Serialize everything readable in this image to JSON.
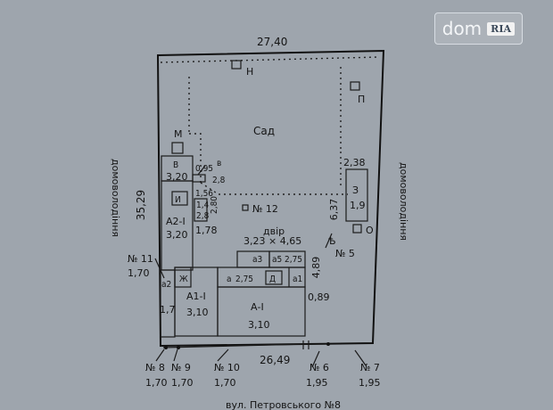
{
  "logo": {
    "brand": "dom",
    "mark": "RIA"
  },
  "plan": {
    "dim_top": "27,40",
    "dim_left": "35,29",
    "dim_bottom": "26,49",
    "dim_right_small": "2,38",
    "dim_right_long": "6,37",
    "neighbor_left": "домоволодіння",
    "neighbor_right": "домоволодіння",
    "garden": "Сад",
    "yard": "двір",
    "street": "вул. Петровського №8",
    "marker_n": "Н",
    "marker_p": "П",
    "marker_m": "М",
    "marker_o": "О",
    "nr12": "№ 12",
    "nr5": "№ 5",
    "nr11": "№ 11",
    "nr11_val": "1,70",
    "nr8": "№ 8",
    "nr8_val": "1,70",
    "nr9": "№ 9",
    "nr9_val": "1,70",
    "nr10": "№ 10",
    "nr10_val": "1,70",
    "nr6": "№ 6",
    "nr6_val": "1,95",
    "nr7": "№ 7",
    "nr7_val": "1,95",
    "b_label": "В",
    "b_val": "3,20",
    "v_val1": "0,95",
    "v_label": "в",
    "v_val2": "2,8",
    "i_label": "И",
    "i_val1": "1,56",
    "i_val2": "1,4",
    "i_val3": "2,8",
    "i_val4": "2,80",
    "a2_label": "А2-І",
    "a2_val": "3,20",
    "a2_side": "1,78",
    "yard_dims": "3,23 × 4,65",
    "a3": "а3",
    "a5": "а5",
    "a5_val": "2,75",
    "a_small": "а",
    "a_val": "2,75",
    "d_label": "Д",
    "a1_small": "а1",
    "g_label": "Ж",
    "a2_small": "а2",
    "side_17": "1,7",
    "a1i_label": "А1-І",
    "a1i_val": "3,10",
    "ai_label": "А-І",
    "ai_val": "3,10",
    "dim_489": "4,89",
    "dim_089": "0,89",
    "z_label": "З",
    "z_val": "1,9",
    "shed_sym": "Ѣ"
  }
}
